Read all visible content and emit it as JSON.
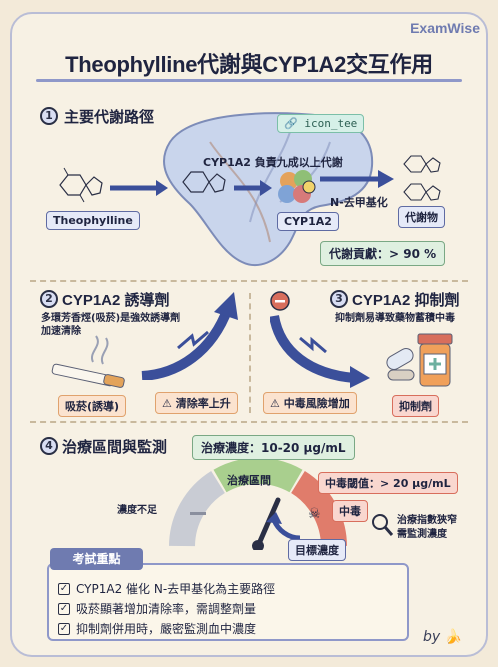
{
  "brand": "ExamWise",
  "title": "Theophylline代謝與CYP1A2交互作用",
  "section1": {
    "num": "1",
    "title": "主要代謝路徑",
    "icon_tag": "icon_tee",
    "drug": "Theophylline",
    "enzyme_caption": "CYP1A2 負責九成以上代謝",
    "enzyme": "CYP1A2",
    "reaction": "N-去甲基化",
    "metabolite": "代謝物",
    "contribution": "代謝貢獻：> 90 %"
  },
  "section2": {
    "num": "2",
    "title": "CYP1A2 誘導劑",
    "desc_line1": "多環芳香烴(吸菸)是強效誘導劑",
    "desc_line2": "加速清除",
    "item": "吸菸(誘導)",
    "effect": "清除率上升",
    "colors": {
      "arrow": "#3b4f9a"
    }
  },
  "section3": {
    "num": "3",
    "title": "CYP1A2 抑制劑",
    "desc": "抑制劑易導致藥物蓄積中毒",
    "effect": "中毒風險增加",
    "item": "抑制劑"
  },
  "section4": {
    "num": "4",
    "title": "治療區間與監測",
    "range": "治療濃度：10-20 µg/mL",
    "zone_label": "治療區間",
    "low": "濃度不足",
    "threshold": "中毒閾值：> 20 µg/mL",
    "toxic": "中毒",
    "target": "目標濃度",
    "note_line1": "治療指數狹窄",
    "note_line2": "需監測濃度"
  },
  "keypoints": {
    "header": "考試重點",
    "items": [
      "CYP1A2 催化 N-去甲基化為主要路徑",
      "吸菸顯著增加清除率，需調整劑量",
      "抑制劑併用時，嚴密監測血中濃度"
    ]
  },
  "signature": "by"
}
